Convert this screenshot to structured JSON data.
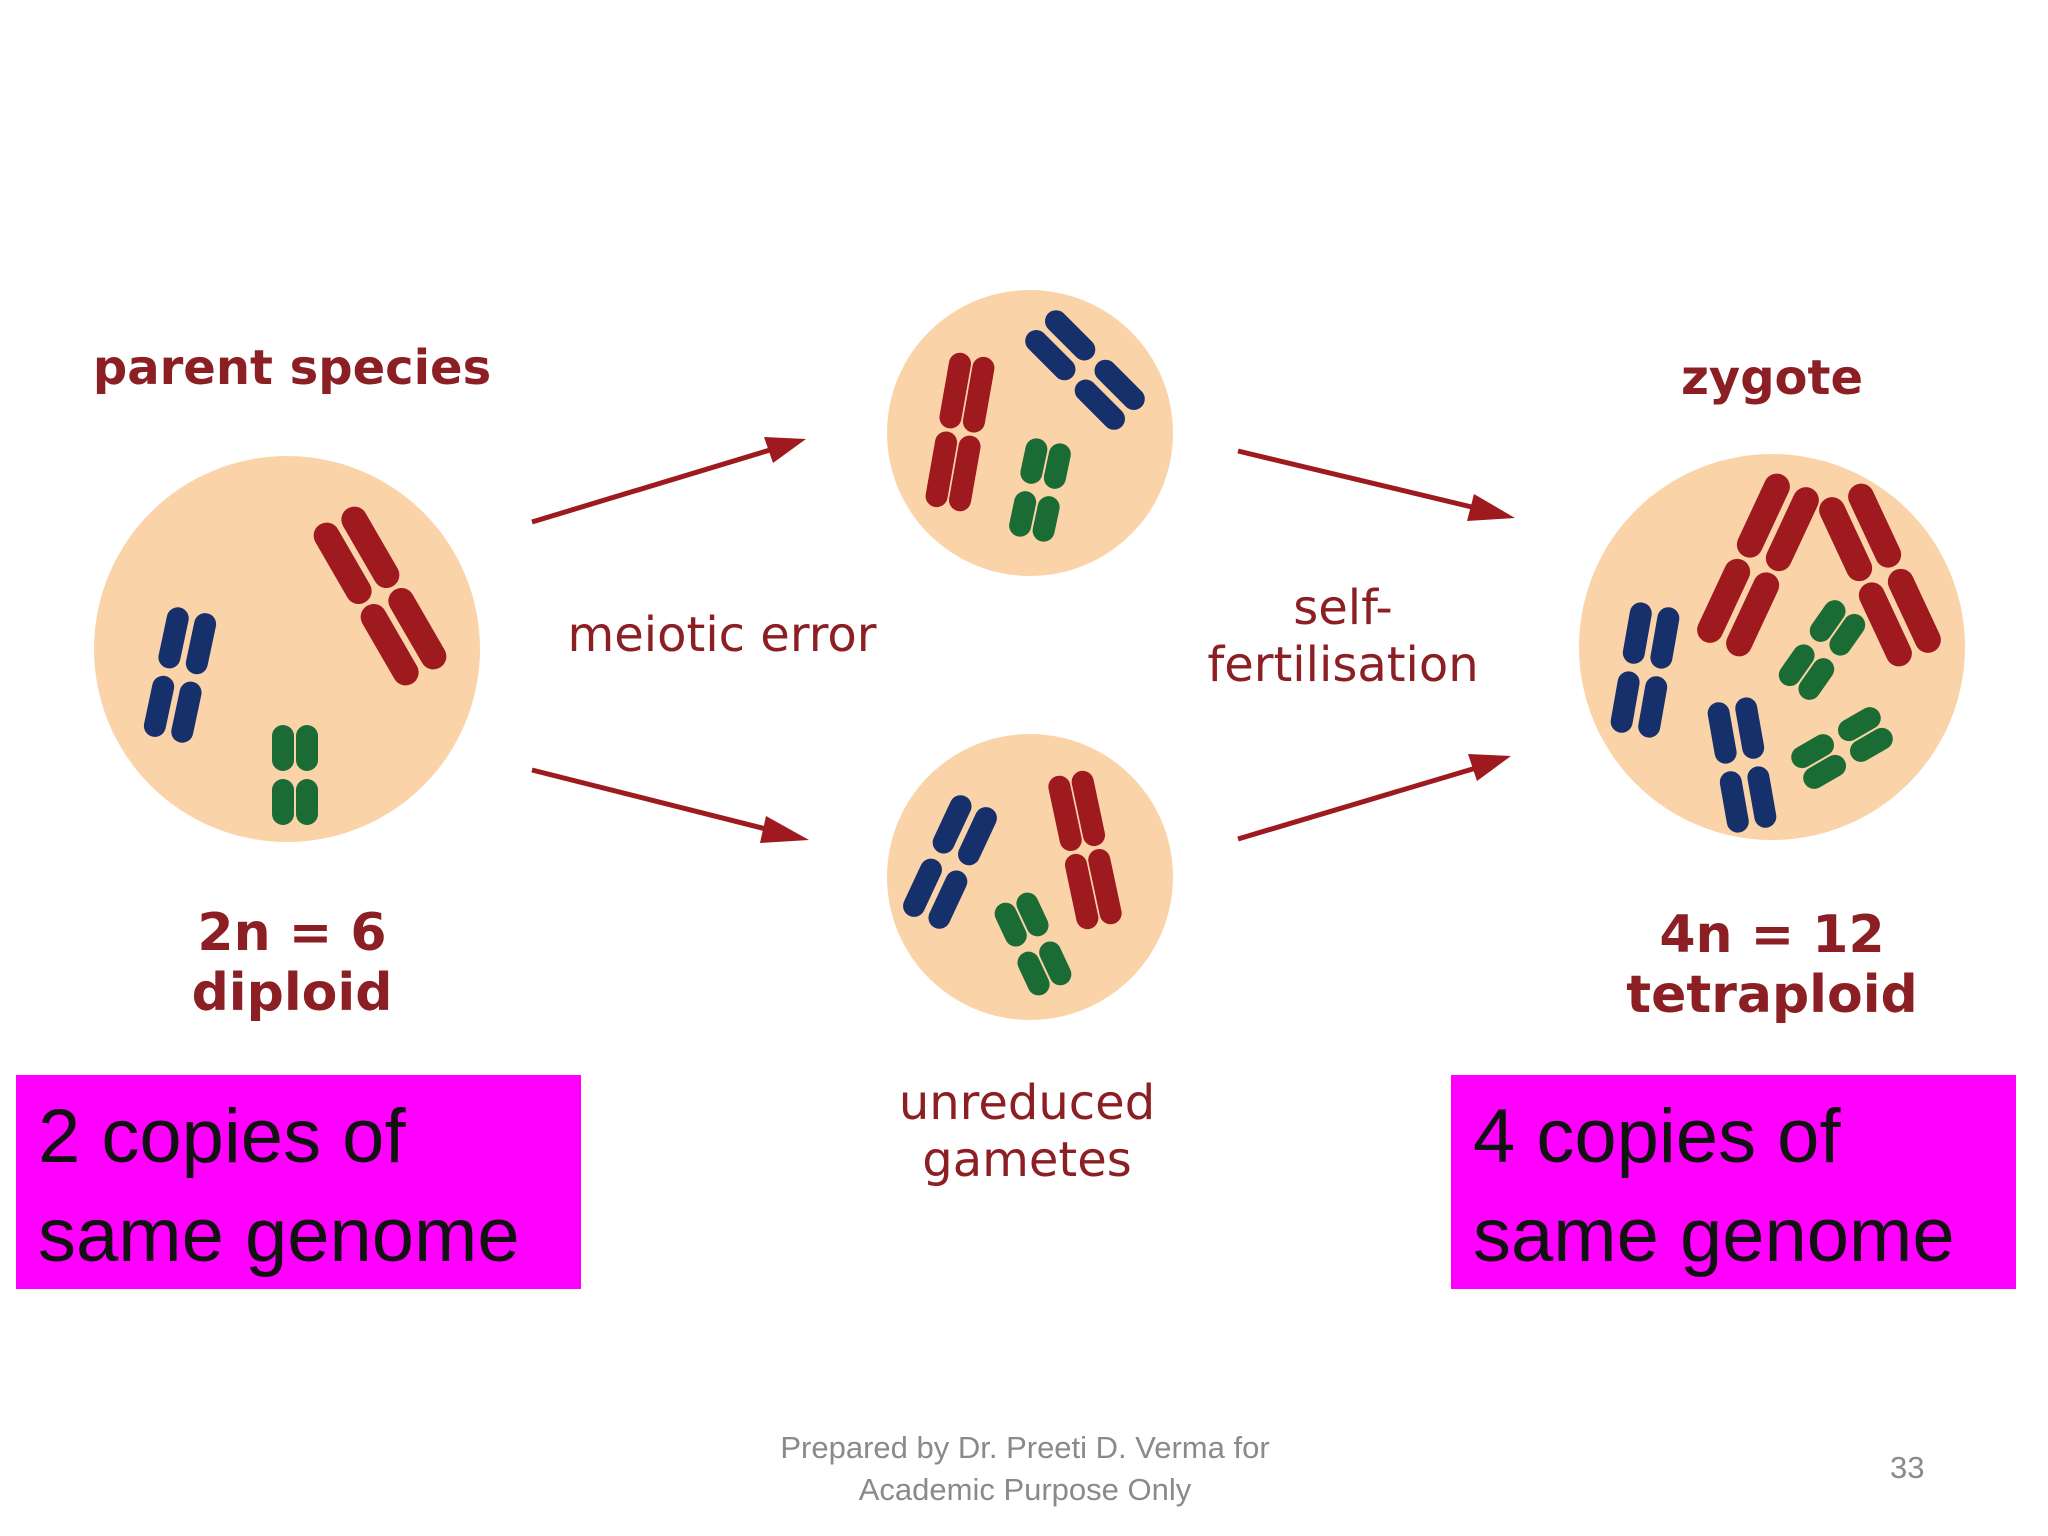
{
  "labels": {
    "parent_species": "parent species",
    "zygote": "zygote",
    "meiotic_error": "meiotic error",
    "self_fertilisation_line1": "self-",
    "self_fertilisation_line2": "fertilisation",
    "unreduced_line1": "unreduced",
    "unreduced_line2": "gametes",
    "diploid_count": "2n = 6",
    "diploid": "diploid",
    "tetraploid_count": "4n = 12",
    "tetraploid": "tetraploid"
  },
  "callouts": {
    "left_line1": "2 copies  of",
    "left_line2": "same genome",
    "right_line1": "4 copies  of",
    "right_line2": "same genome"
  },
  "footer": {
    "line1": "Prepared by Dr. Preeti D. Verma for",
    "line2": "Academic Purpose Only",
    "page_number": "33"
  },
  "colors": {
    "cell": "#fbd3a8",
    "red_chromosome": "#9e1a1f",
    "blue_chromosome": "#16306b",
    "green_chromosome": "#1b6b34",
    "arrow": "#9e1a1f",
    "label_text": "#8b1f23",
    "callout_background": "#ff00ff"
  }
}
